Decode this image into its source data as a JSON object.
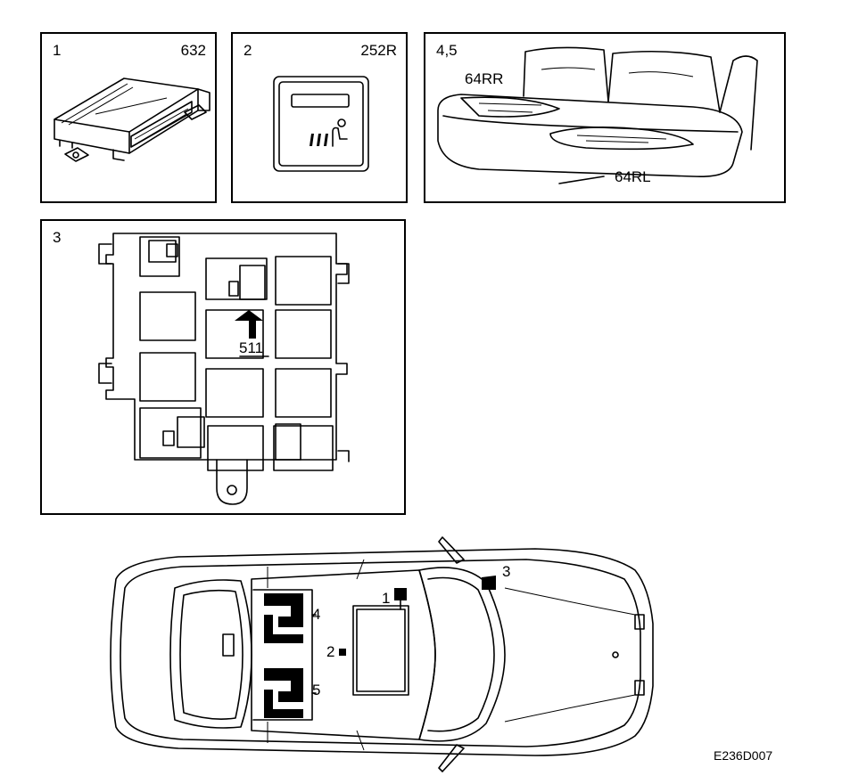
{
  "panels": {
    "p1": {
      "num": "1",
      "code": "632"
    },
    "p2": {
      "num": "2",
      "code": "252R"
    },
    "p45": {
      "num": "4,5",
      "label_rr": "64RR",
      "label_rl": "64RL"
    },
    "p3": {
      "num": "3",
      "relay_label": "511"
    }
  },
  "car": {
    "c1": "1",
    "c2": "2",
    "c3": "3",
    "c4": "4",
    "c5": "5"
  },
  "drawing_code": "E236D007"
}
